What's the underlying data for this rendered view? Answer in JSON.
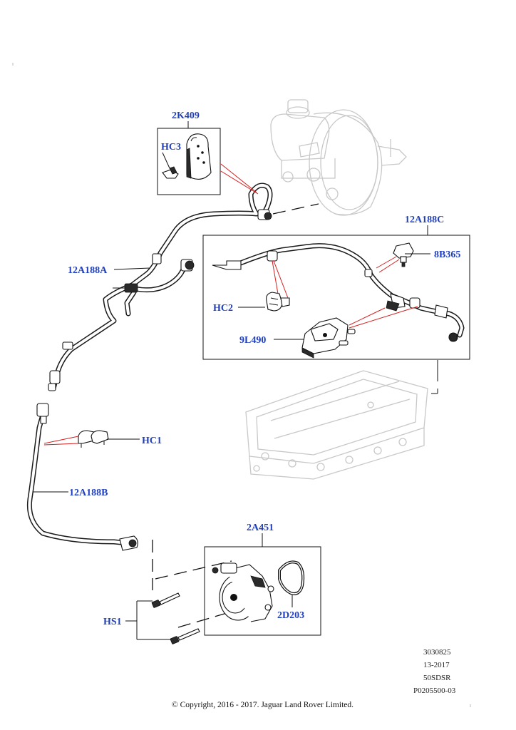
{
  "callouts": {
    "2K409": "2K409",
    "HC3": "HC3",
    "12A188C": "12A188C",
    "8B365": "8B365",
    "12A188A": "12A188A",
    "HC2": "HC2",
    "9L490": "9L490",
    "HC1": "HC1",
    "12A188B": "12A188B",
    "2A451": "2A451",
    "HS1": "HS1",
    "2D203": "2D203"
  },
  "colors": {
    "callout": "#1f3fbf",
    "leader_red": "#d42020",
    "background_parts": "#c8c8c8"
  },
  "meta": {
    "line1": "3030825",
    "line2": "13-2017",
    "line3": "50SDSR",
    "line4": "P0205500-03"
  },
  "copyright": "© Copyright, 2016 - 2017. Jaguar Land Rover Limited."
}
